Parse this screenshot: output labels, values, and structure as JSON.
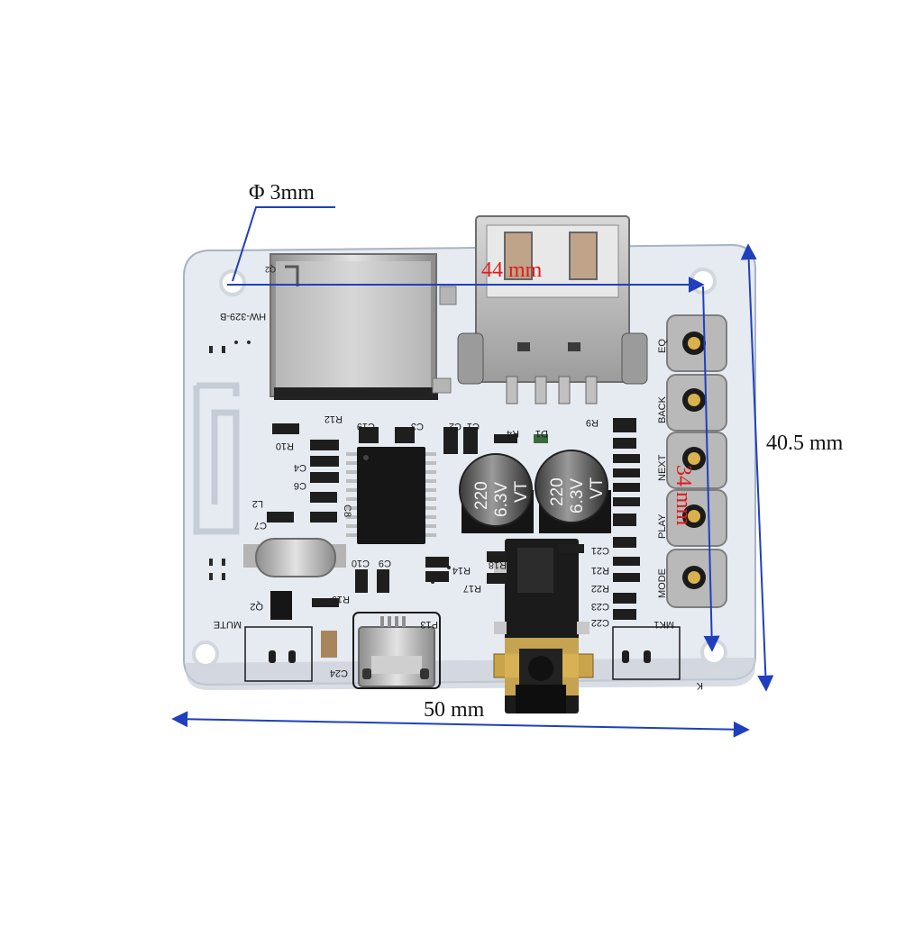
{
  "diagram": {
    "dimensions": {
      "hole": "Φ 3mm",
      "hole_spacing_h": "44 mm",
      "hole_spacing_v": "34 mm",
      "board_height": "40.5 mm",
      "board_width": "50 mm"
    },
    "colors": {
      "dimension_line": "#1f3fbf",
      "inner_dimension_text": "#e01b1b",
      "board": "#e9eef4",
      "silkscreen": "#1a1a1a"
    },
    "silkscreen": {
      "board_id": "HW-329-B",
      "mute": "MUTE",
      "mk1": "MK1",
      "k": "K",
      "p13": "P13",
      "c24": "C24",
      "q2": "Q2",
      "r19": "R19",
      "r12": "R12",
      "r10": "R10",
      "c4": "C4",
      "c6": "C6",
      "c7": "C7",
      "l2": "L2",
      "c8": "C8",
      "c9": "C9",
      "c10": "C10",
      "c19": "C19",
      "c3": "C3",
      "c1": "C1",
      "c2": "C2",
      "r4": "R4",
      "d1": "D1",
      "r9": "R9",
      "r14": "R14",
      "r17": "R17",
      "r18": "R18",
      "c21": "C21",
      "r21": "R21",
      "r22": "R22",
      "c23": "C23",
      "c22": "C22",
      "q2_top": "Q2"
    },
    "buttons": [
      {
        "label": "EQ"
      },
      {
        "label": "BACK"
      },
      {
        "label": "NEXT"
      },
      {
        "label": "PLAY"
      },
      {
        "label": "MODE"
      }
    ],
    "capacitors": [
      {
        "value": "220",
        "voltage": "6.3V",
        "series": "VT"
      },
      {
        "value": "220",
        "voltage": "6.3V",
        "series": "VT"
      }
    ]
  }
}
